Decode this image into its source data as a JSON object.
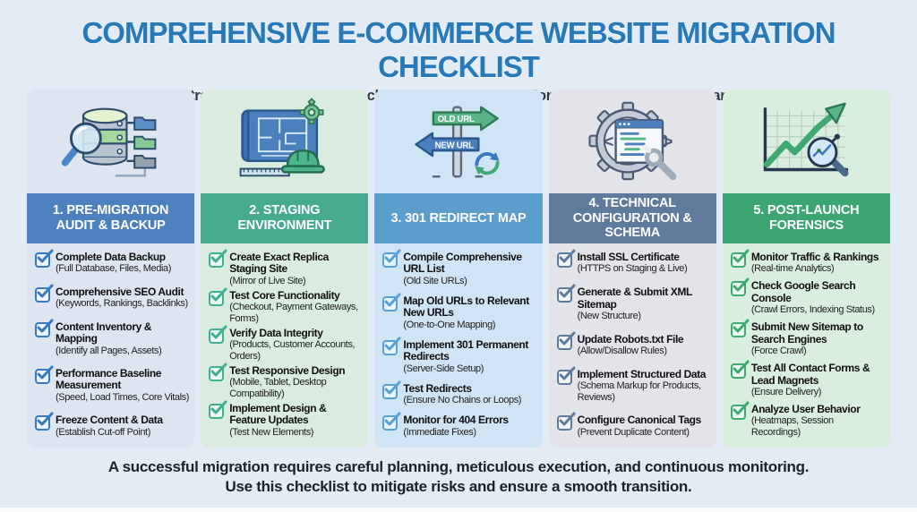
{
  "header": {
    "title": "COMPREHENSIVE E-COMMERCE WEBSITE MIGRATION CHECKLIST",
    "subtitle": "A strategic five-phase approach for a seamless transition and sustained performance.",
    "title_color": "#2779b7"
  },
  "footer": {
    "line1": "A successful migration requires careful planning, meticulous execution, and continuous monitoring.",
    "line2": "Use this checklist to mitigate risks and ensure a smooth transition."
  },
  "columns": [
    {
      "title": "1. PRE-MIGRATION AUDIT & BACKUP",
      "icon": "database-search-icon",
      "colors": {
        "header_bg": "#4d80bf",
        "body_bg": "#dde5f1",
        "accent": "#3579c0"
      },
      "items": [
        {
          "title": "Complete Data Backup",
          "detail": "(Full Database, Files, Media)"
        },
        {
          "title": "Comprehensive SEO Audit",
          "detail": "(Keywords, Rankings, Backlinks)"
        },
        {
          "title": "Content Inventory & Mapping",
          "detail": "(Identify all Pages, Assets)"
        },
        {
          "title": "Performance Baseline Measurement",
          "detail": "(Speed, Load Times, Core Vitals)"
        },
        {
          "title": "Freeze Content & Data",
          "detail": "(Establish Cut-off Point)"
        }
      ]
    },
    {
      "title": "2. STAGING ENVIRONMENT",
      "icon": "blueprint-icon",
      "colors": {
        "header_bg": "#46ab8e",
        "body_bg": "#d9ecdf",
        "accent": "#3eb092"
      },
      "items": [
        {
          "title": "Create Exact Replica Staging Site",
          "detail": "(Mirror of Live Site)"
        },
        {
          "title": "Test Core Functionality",
          "detail": "(Checkout, Payment Gateways, Forms)"
        },
        {
          "title": "Verify Data Integrity",
          "detail": "(Products, Customer Accounts, Orders)"
        },
        {
          "title": "Test Responsive Design",
          "detail": "(Mobile, Tablet, Desktop Compatibility)"
        },
        {
          "title": "Implement Design & Feature Updates",
          "detail": "(Test New Elements)"
        }
      ]
    },
    {
      "title": "3. 301 REDIRECT MAP",
      "icon": "signpost-redirect-icon",
      "icon_labels": {
        "old": "OLD URL",
        "new": "NEW URL"
      },
      "colors": {
        "header_bg": "#5b9dcb",
        "body_bg": "#cfe4f4",
        "accent": "#57a0d3"
      },
      "items": [
        {
          "title": "Compile Comprehensive URL List",
          "detail": "(Old Site URLs)"
        },
        {
          "title": "Map Old URLs to Relevant New URLs",
          "detail": "(One-to-One Mapping)"
        },
        {
          "title": "Implement 301 Permanent Redirects",
          "detail": "(Server-Side Setup)"
        },
        {
          "title": "Test Redirects",
          "detail": "(Ensure No Chains or Loops)"
        },
        {
          "title": "Monitor for 404 Errors",
          "detail": "(Immediate Fixes)"
        }
      ]
    },
    {
      "title": "4. TECHNICAL CONFIGURATION & SCHEMA",
      "icon": "gear-code-icon",
      "colors": {
        "header_bg": "#5f7a9b",
        "body_bg": "#e2e4e9",
        "accent": "#5d7b9d"
      },
      "items": [
        {
          "title": "Install SSL Certificate",
          "detail": "(HTTPS on Staging & Live)"
        },
        {
          "title": "Generate & Submit XML Sitemap",
          "detail": "(New Structure)"
        },
        {
          "title": "Update Robots.txt File",
          "detail": "(Allow/Disallow Rules)"
        },
        {
          "title": "Implement Structured Data",
          "detail": "(Schema Markup for Products, Reviews)"
        },
        {
          "title": "Configure Canonical Tags",
          "detail": "(Prevent Duplicate Content)"
        }
      ]
    },
    {
      "title": "5. POST-LAUNCH FORENSICS",
      "icon": "growth-chart-icon",
      "colors": {
        "header_bg": "#3da572",
        "body_bg": "#d9eede",
        "accent": "#3ca96f"
      },
      "items": [
        {
          "title": "Monitor Traffic & Rankings",
          "detail": "(Real-time Analytics)"
        },
        {
          "title": "Check Google Search Console",
          "detail": "(Crawl Errors, Indexing Status)"
        },
        {
          "title": "Submit New Sitemap to Search Engines",
          "detail": "(Force Crawl)"
        },
        {
          "title": "Test All Contact Forms & Lead Magnets",
          "detail": "(Ensure Delivery)"
        },
        {
          "title": "Analyze User Behavior",
          "detail": "(Heatmaps, Session Recordings)"
        }
      ]
    }
  ]
}
